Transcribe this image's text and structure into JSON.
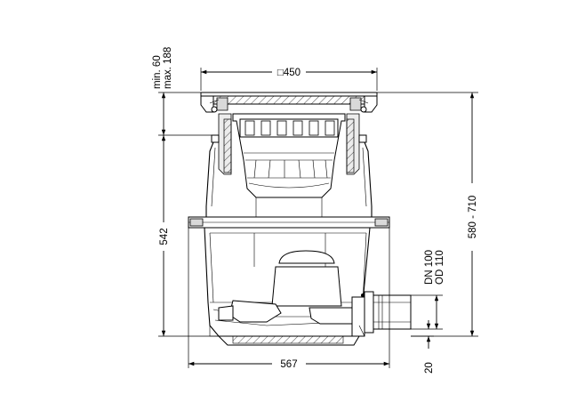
{
  "dimensions": {
    "grate_size": "□450",
    "height_adjust_min": "min. 60",
    "height_adjust_max": "max. 188",
    "body_height": "542",
    "total_height": "580 - 710",
    "base_width": "567",
    "outlet_dn": "DN 100",
    "outlet_od": "OD 110",
    "outlet_offset": "20"
  }
}
